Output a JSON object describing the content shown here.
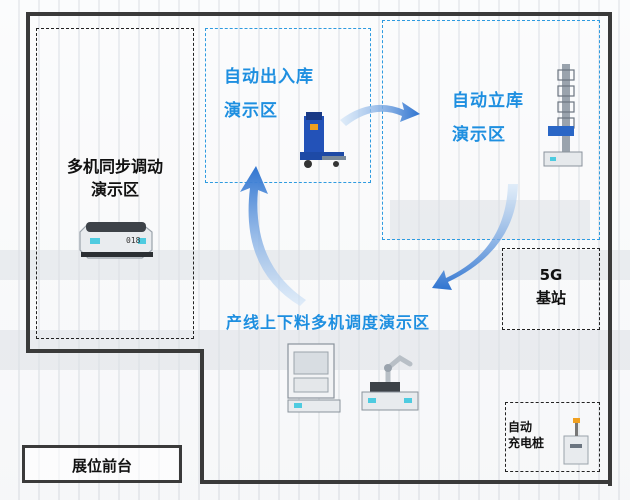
{
  "zones": {
    "multi_sync": {
      "label": "多机同步调动\n演示区",
      "line1": "多机同步调动",
      "line2": "演示区",
      "robot_tag": "018"
    },
    "auto_io": {
      "line1": "自动出入库",
      "line2": "演示区"
    },
    "auto_stock": {
      "line1": "自动立库",
      "line2": "演示区"
    },
    "station_5g": {
      "line1": "5G",
      "line2": "基站"
    },
    "production_line": {
      "label": "产线上下料多机调度演示区"
    },
    "auto_charge": {
      "line1": "自动",
      "line2": "充电桩"
    },
    "front_desk": {
      "label": "展位前台"
    }
  },
  "colors": {
    "accent_blue": "#1e8fe0",
    "border_dark": "#3a3a3a"
  }
}
